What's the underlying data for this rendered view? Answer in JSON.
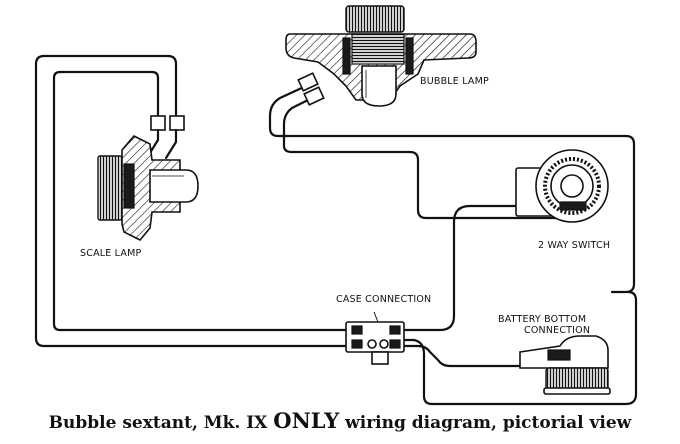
{
  "labels": {
    "bubble_lamp": "BUBBLE LAMP",
    "scale_lamp": "SCALE LAMP",
    "two_way_switch": "2 WAY SWITCH",
    "case_connection": "CASE CONNECTION",
    "battery_line1": "BATTERY BOTTOM",
    "battery_line2": "CONNECTION"
  },
  "caption": {
    "prefix": "Bubble sextant, Mk. IX",
    "emphasis": "ONLY",
    "suffix": "wiring diagram, pictorial view"
  }
}
